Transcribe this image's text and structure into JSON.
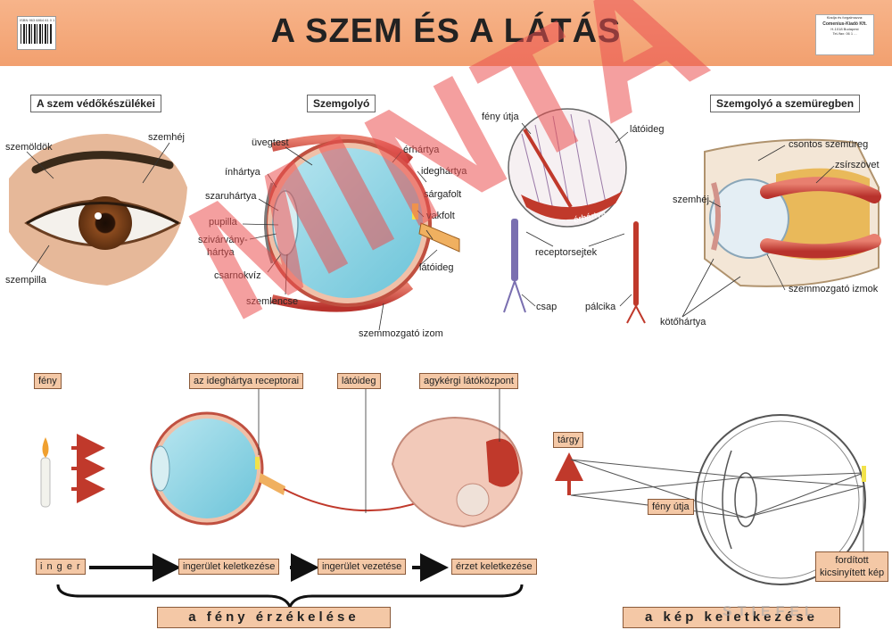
{
  "header": {
    "title": "A SZEM ÉS A LÁTÁS",
    "barcode_text": "ISBN 963 6864 61 0 1",
    "publisher_line1": "Kiadja és forgalmazza:",
    "publisher_name": "Comenius-Kiadó Kft.",
    "publisher_line2": "H-1018 Budapest",
    "publisher_line3": "Tel./fax: 06 1 ..."
  },
  "sections": {
    "protective": "A szem védőkészülékei",
    "eyeball": "Szemgolyó",
    "orbit": "Szemgolyó a szemüregben"
  },
  "eye_labels": {
    "eyebrow": "szemöldök",
    "eyelid": "szemhéj",
    "eyelash": "szempilla"
  },
  "eyeball_labels": {
    "vitreous": "üvegtest",
    "choroid": "érhártya",
    "retina": "ideghártya",
    "sclera": "ínhártya",
    "cornea": "szaruhártya",
    "macula": "sárgafolt",
    "pupil": "pupilla",
    "blind_spot": "vakfolt",
    "iris_1": "szivárvány-",
    "iris_2": "hártya",
    "aqueous": "csarnokvíz",
    "optic_nerve": "látóideg",
    "lens": "szemlencse",
    "muscle": "szemmozgató izom"
  },
  "retina_labels": {
    "light_path": "fény útja",
    "optic_nerve": "látóideg",
    "choroid": "érhártya",
    "receptors": "receptorsejtek",
    "cone": "csap",
    "rod": "pálcika"
  },
  "orbit_labels": {
    "bony_orbit": "csontos szemüreg",
    "fat": "zsírszövet",
    "eyelid": "szemhéj",
    "muscles": "szemmozgató izmok",
    "conjunctiva": "kötőhártya"
  },
  "pathway": {
    "light": "fény",
    "receptors": "az ideghártya receptorai",
    "optic_nerve": "látóideg",
    "cortex": "agykérgi látóközpont"
  },
  "flow": {
    "stimulus": "i n g e r",
    "step1": "ingerület keletkezése",
    "step2": "ingerület vezetése",
    "step3": "érzet keletkezése"
  },
  "image_formation": {
    "object": "tárgy",
    "light_path": "fény útja",
    "image_1": "fordított",
    "image_2": "kicsinyített kép"
  },
  "footer": {
    "light_sense": "a fény érzékelése",
    "image_form": "a kép keletkezése",
    "watermark": "MINTA",
    "brand": "STIEFEL"
  },
  "colors": {
    "header": "#f2a06f",
    "label_box": "#f4c8a6",
    "vitreous": "#7fcfe0",
    "muscle": "#d9534f",
    "watermark": "#eb5050"
  }
}
